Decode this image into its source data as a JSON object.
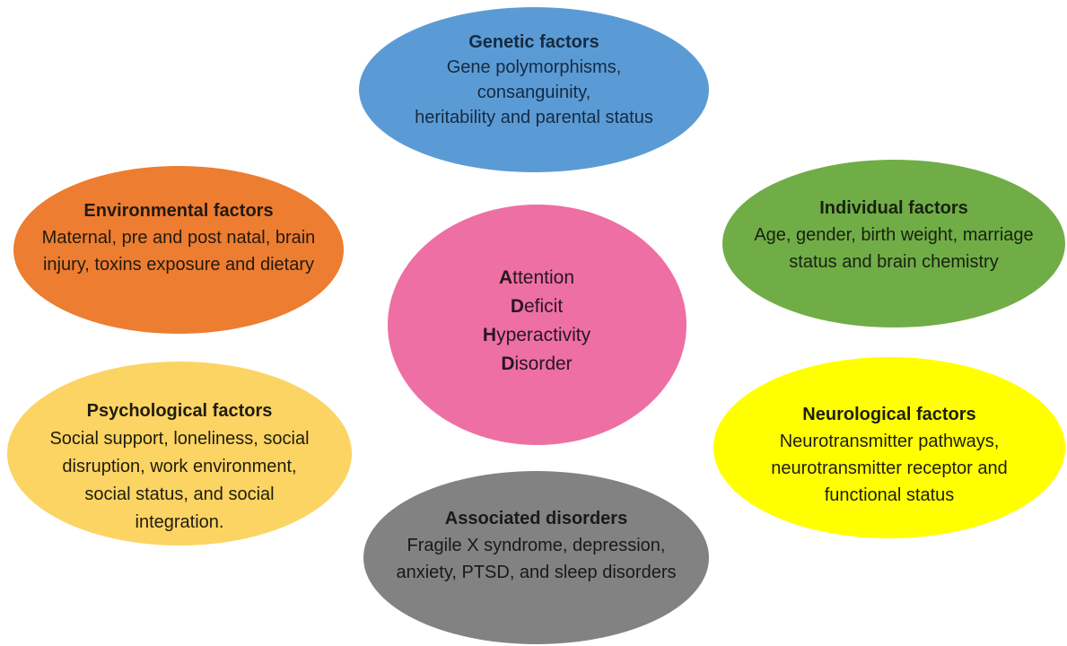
{
  "diagram": {
    "background": "#ffffff",
    "center": {
      "color": "#ee6fa4",
      "text_color": "#26171f",
      "lines": [
        {
          "first": "A",
          "rest": "ttention"
        },
        {
          "first": "D",
          "rest": "eficit"
        },
        {
          "first": "H",
          "rest": "yperactivity"
        },
        {
          "first": "D",
          "rest": "isorder"
        }
      ]
    },
    "nodes": {
      "genetic": {
        "title": "Genetic factors",
        "body": "Gene polymorphisms,\nconsanguinity,\nheritability and parental status",
        "color": "#5b9bd5",
        "text_color": "#152a42"
      },
      "environmental": {
        "title": "Environmental factors",
        "body": "Maternal, pre and post natal, brain\ninjury, toxins exposure and dietary",
        "color": "#ed7d31",
        "text_color": "#231a12"
      },
      "individual": {
        "title": "Individual factors",
        "body": "Age, gender, birth weight, marriage\nstatus and brain chemistry",
        "color": "#70ad47",
        "text_color": "#18210f"
      },
      "psychological": {
        "title": "Psychological factors",
        "body": "Social support, loneliness, social\ndisruption, work environment,\nsocial status, and social\nintegration.",
        "color": "#fbd463",
        "text_color": "#211c0e"
      },
      "neurological": {
        "title": "Neurological factors",
        "body": "Neurotransmitter pathways,\nneurotransmitter receptor and\nfunctional status",
        "color": "#ffff00",
        "text_color": "#1e1e10"
      },
      "associated": {
        "title": "Associated disorders",
        "body": "Fragile X syndrome, depression,\nanxiety, PTSD, and sleep disorders",
        "color": "#828282",
        "text_color": "#191919"
      }
    }
  }
}
